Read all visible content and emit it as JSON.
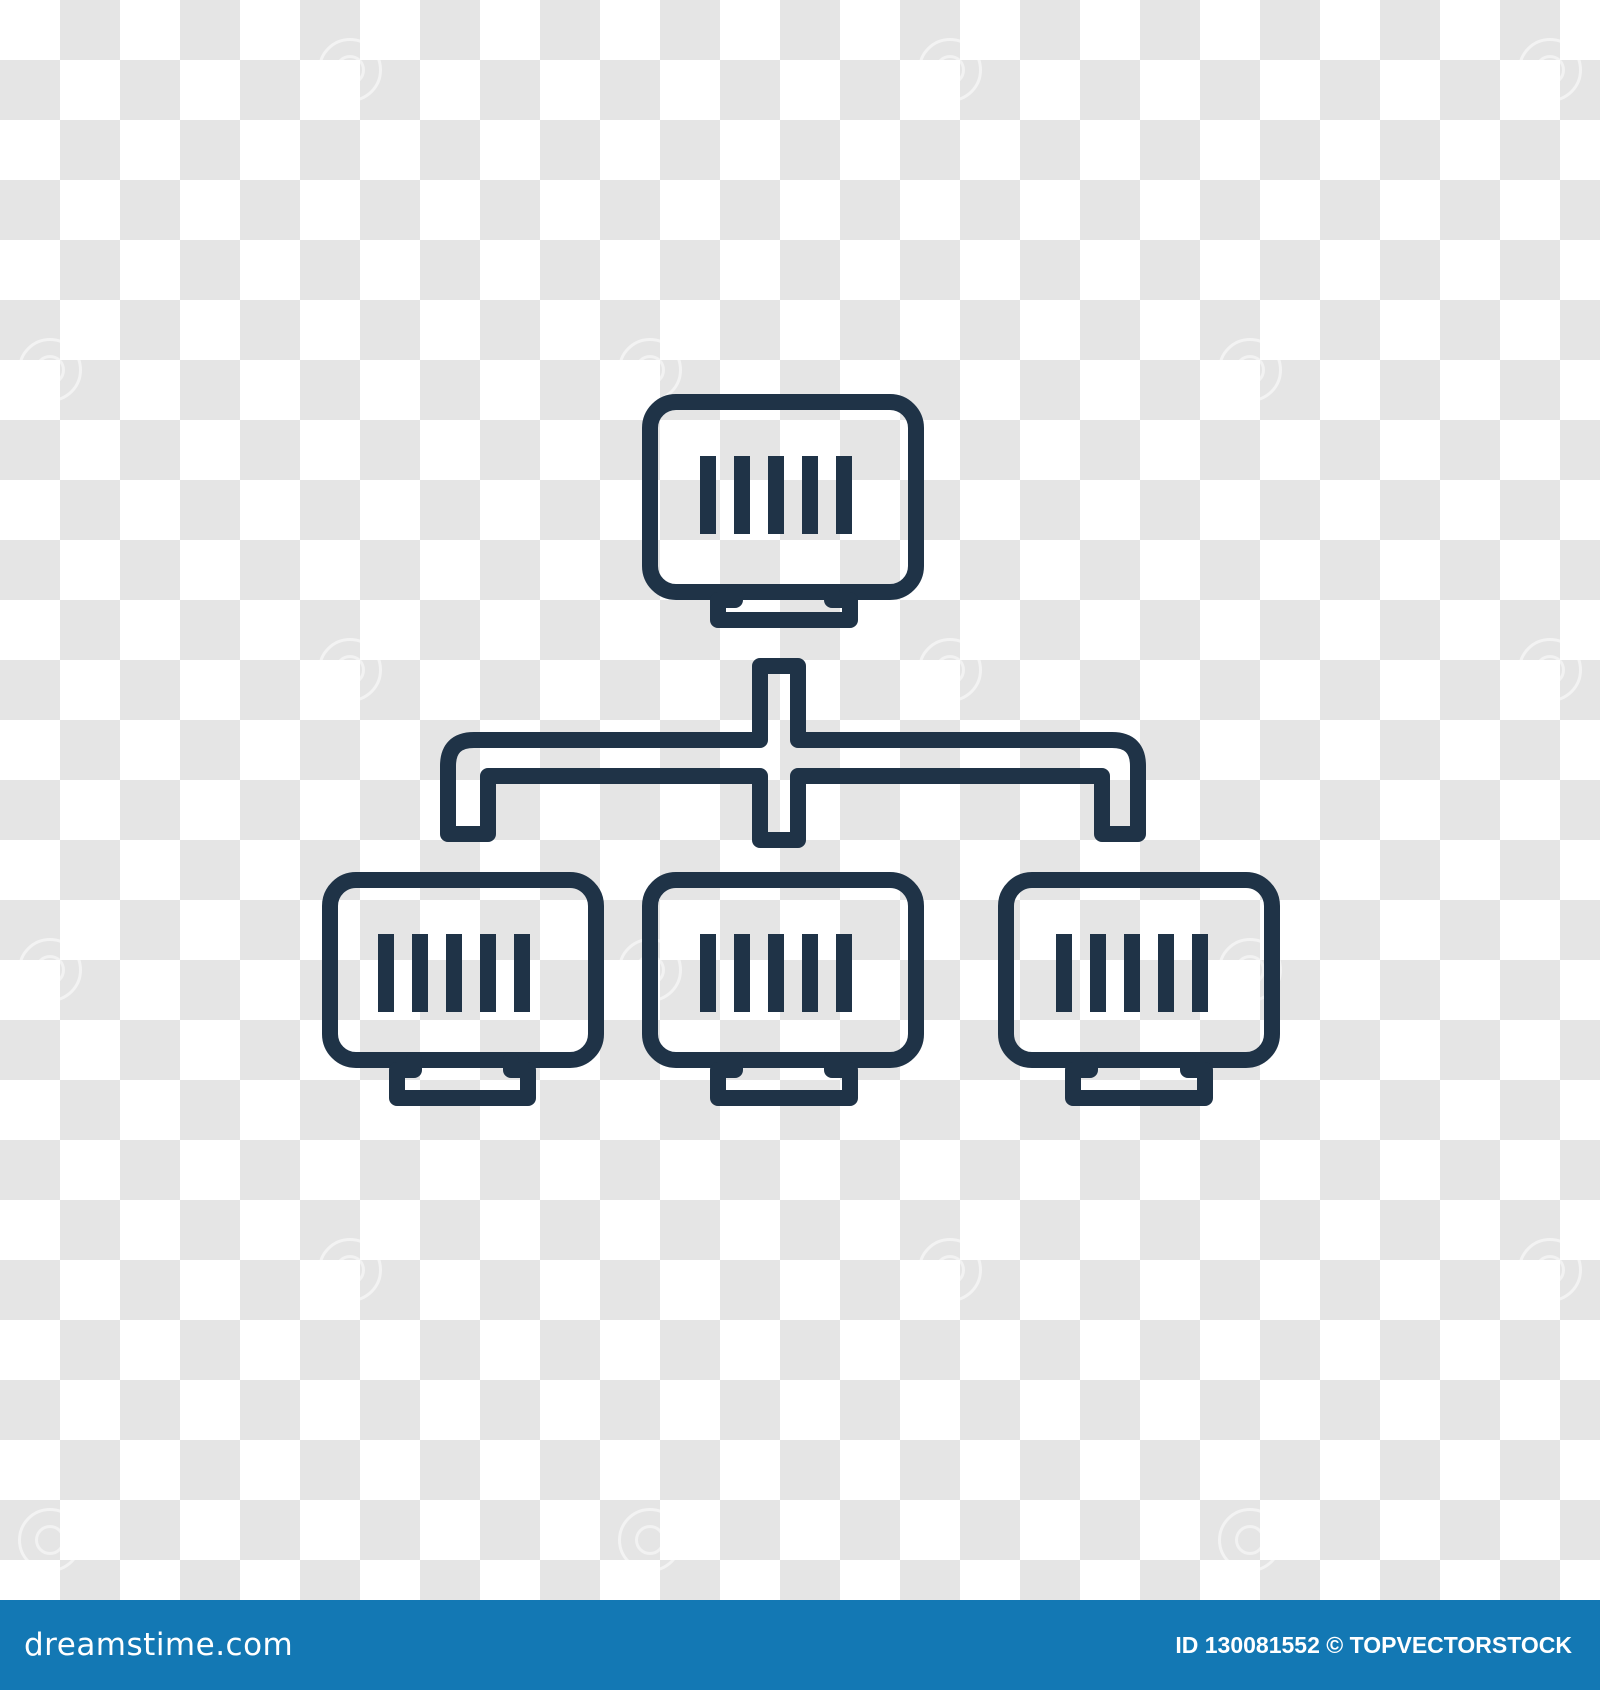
{
  "image": {
    "subject": "network-hierarchy-icon",
    "background": "transparency-checkerboard",
    "stroke_color": "#1f3347",
    "icon_name": "computer-network-hierarchy-icon"
  },
  "watermark": {
    "text": "dreamstime",
    "style": "repeated-diagonal"
  },
  "footer": {
    "brand": "dreamstime.com",
    "id_label": "ID",
    "id_value": "130081552",
    "separator": "©",
    "author": "TOPVECTORSTOCK",
    "background_color": "#1378b4"
  }
}
